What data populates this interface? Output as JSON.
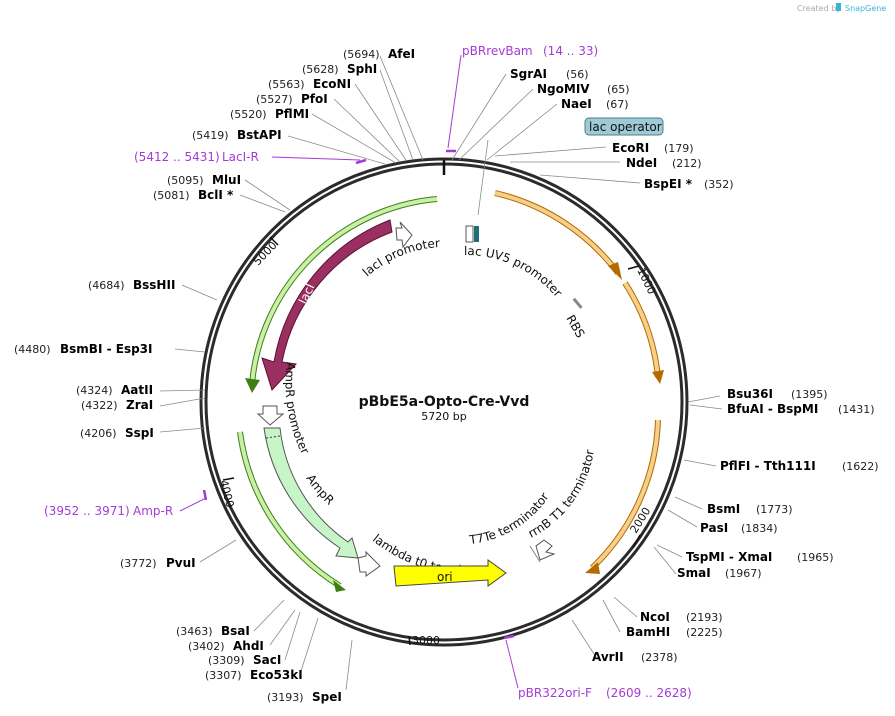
{
  "watermark": {
    "prefix": "Created by",
    "brand": "SnapGene"
  },
  "plasmid": {
    "name": "pBbE5a-Opto-Cre-Vvd",
    "length": "5720 bp"
  },
  "ruler": [
    "1000",
    "2000",
    "3000",
    "4000",
    "5000"
  ],
  "sites": [
    {
      "pos": "(5694)",
      "name": "AfeI"
    },
    {
      "pos": "(5628)",
      "name": "SphI"
    },
    {
      "pos": "(5563)",
      "name": "EcoNI"
    },
    {
      "pos": "(5527)",
      "name": "PfoI"
    },
    {
      "pos": "(5520)",
      "name": "PflMI"
    },
    {
      "pos": "(5419)",
      "name": "BstAPI"
    },
    {
      "pos": "(5095)",
      "name": "MluI"
    },
    {
      "pos": "(5081)",
      "name": "BclI *"
    },
    {
      "pos": "(4684)",
      "name": "BssHII"
    },
    {
      "pos": "(4480)",
      "name": "BsmBI - Esp3I"
    },
    {
      "pos": "(4324)",
      "name": "AatII"
    },
    {
      "pos": "(4322)",
      "name": "ZraI"
    },
    {
      "pos": "(4206)",
      "name": "SspI"
    },
    {
      "pos": "(3772)",
      "name": "PvuI"
    },
    {
      "pos": "(3463)",
      "name": "BsaI"
    },
    {
      "pos": "(3402)",
      "name": "AhdI"
    },
    {
      "pos": "(3309)",
      "name": "SacI"
    },
    {
      "pos": "(3307)",
      "name": "Eco53kI"
    },
    {
      "pos": "(3193)",
      "name": "SpeI"
    },
    {
      "pos": "(56)",
      "name": "SgrAI"
    },
    {
      "pos": "(65)",
      "name": "NgoMIV"
    },
    {
      "pos": "(67)",
      "name": "NaeI"
    },
    {
      "pos": "(179)",
      "name": "EcoRI"
    },
    {
      "pos": "(212)",
      "name": "NdeI"
    },
    {
      "pos": "(352)",
      "name": "BspEI *"
    },
    {
      "pos": "(1395)",
      "name": "Bsu36I"
    },
    {
      "pos": "(1431)",
      "name": "BfuAI - BspMI"
    },
    {
      "pos": "(1622)",
      "name": "PflFI - Tth111I"
    },
    {
      "pos": "(1773)",
      "name": "BsmI"
    },
    {
      "pos": "(1834)",
      "name": "PasI"
    },
    {
      "pos": "(1965)",
      "name": "TspMI - XmaI"
    },
    {
      "pos": "(1967)",
      "name": "SmaI"
    },
    {
      "pos": "(2193)",
      "name": "NcoI"
    },
    {
      "pos": "(2225)",
      "name": "BamHI"
    },
    {
      "pos": "(2378)",
      "name": "AvrII"
    }
  ],
  "primers": [
    {
      "name": "pBRrevBam",
      "range": "(14 .. 33)"
    },
    {
      "name": "LacI-R",
      "range": "(5412 .. 5431)"
    },
    {
      "name": "Amp-R",
      "range": "(3952 .. 3971)"
    },
    {
      "name": "pBR322ori-F",
      "range": "(2609 .. 2628)"
    }
  ],
  "features": {
    "lac_operator": "lac operator",
    "lacI": "lacI",
    "lacI_promoter": "lacI promoter",
    "lacUV5_promoter": "lac UV5 promoter",
    "rbs": "RBS",
    "ampR_promoter": "AmpR promoter",
    "ampR": "AmpR",
    "lambda_t0": "lambda t0 terminator",
    "t7te": "T7Te terminator",
    "rrnb_t1": "rrnB T1 terminator",
    "ori": "ori"
  },
  "colors": {
    "backbone": "#2b2b2b",
    "lacI": "#9b2f62",
    "ampR": "#c8f5c8",
    "ori": "#ffff00",
    "orange_arc": "#e8a32a",
    "green_arc": "#4b9a1e",
    "primer": "#a43bd6",
    "lac_operator_fill": "#9fc9d4"
  }
}
